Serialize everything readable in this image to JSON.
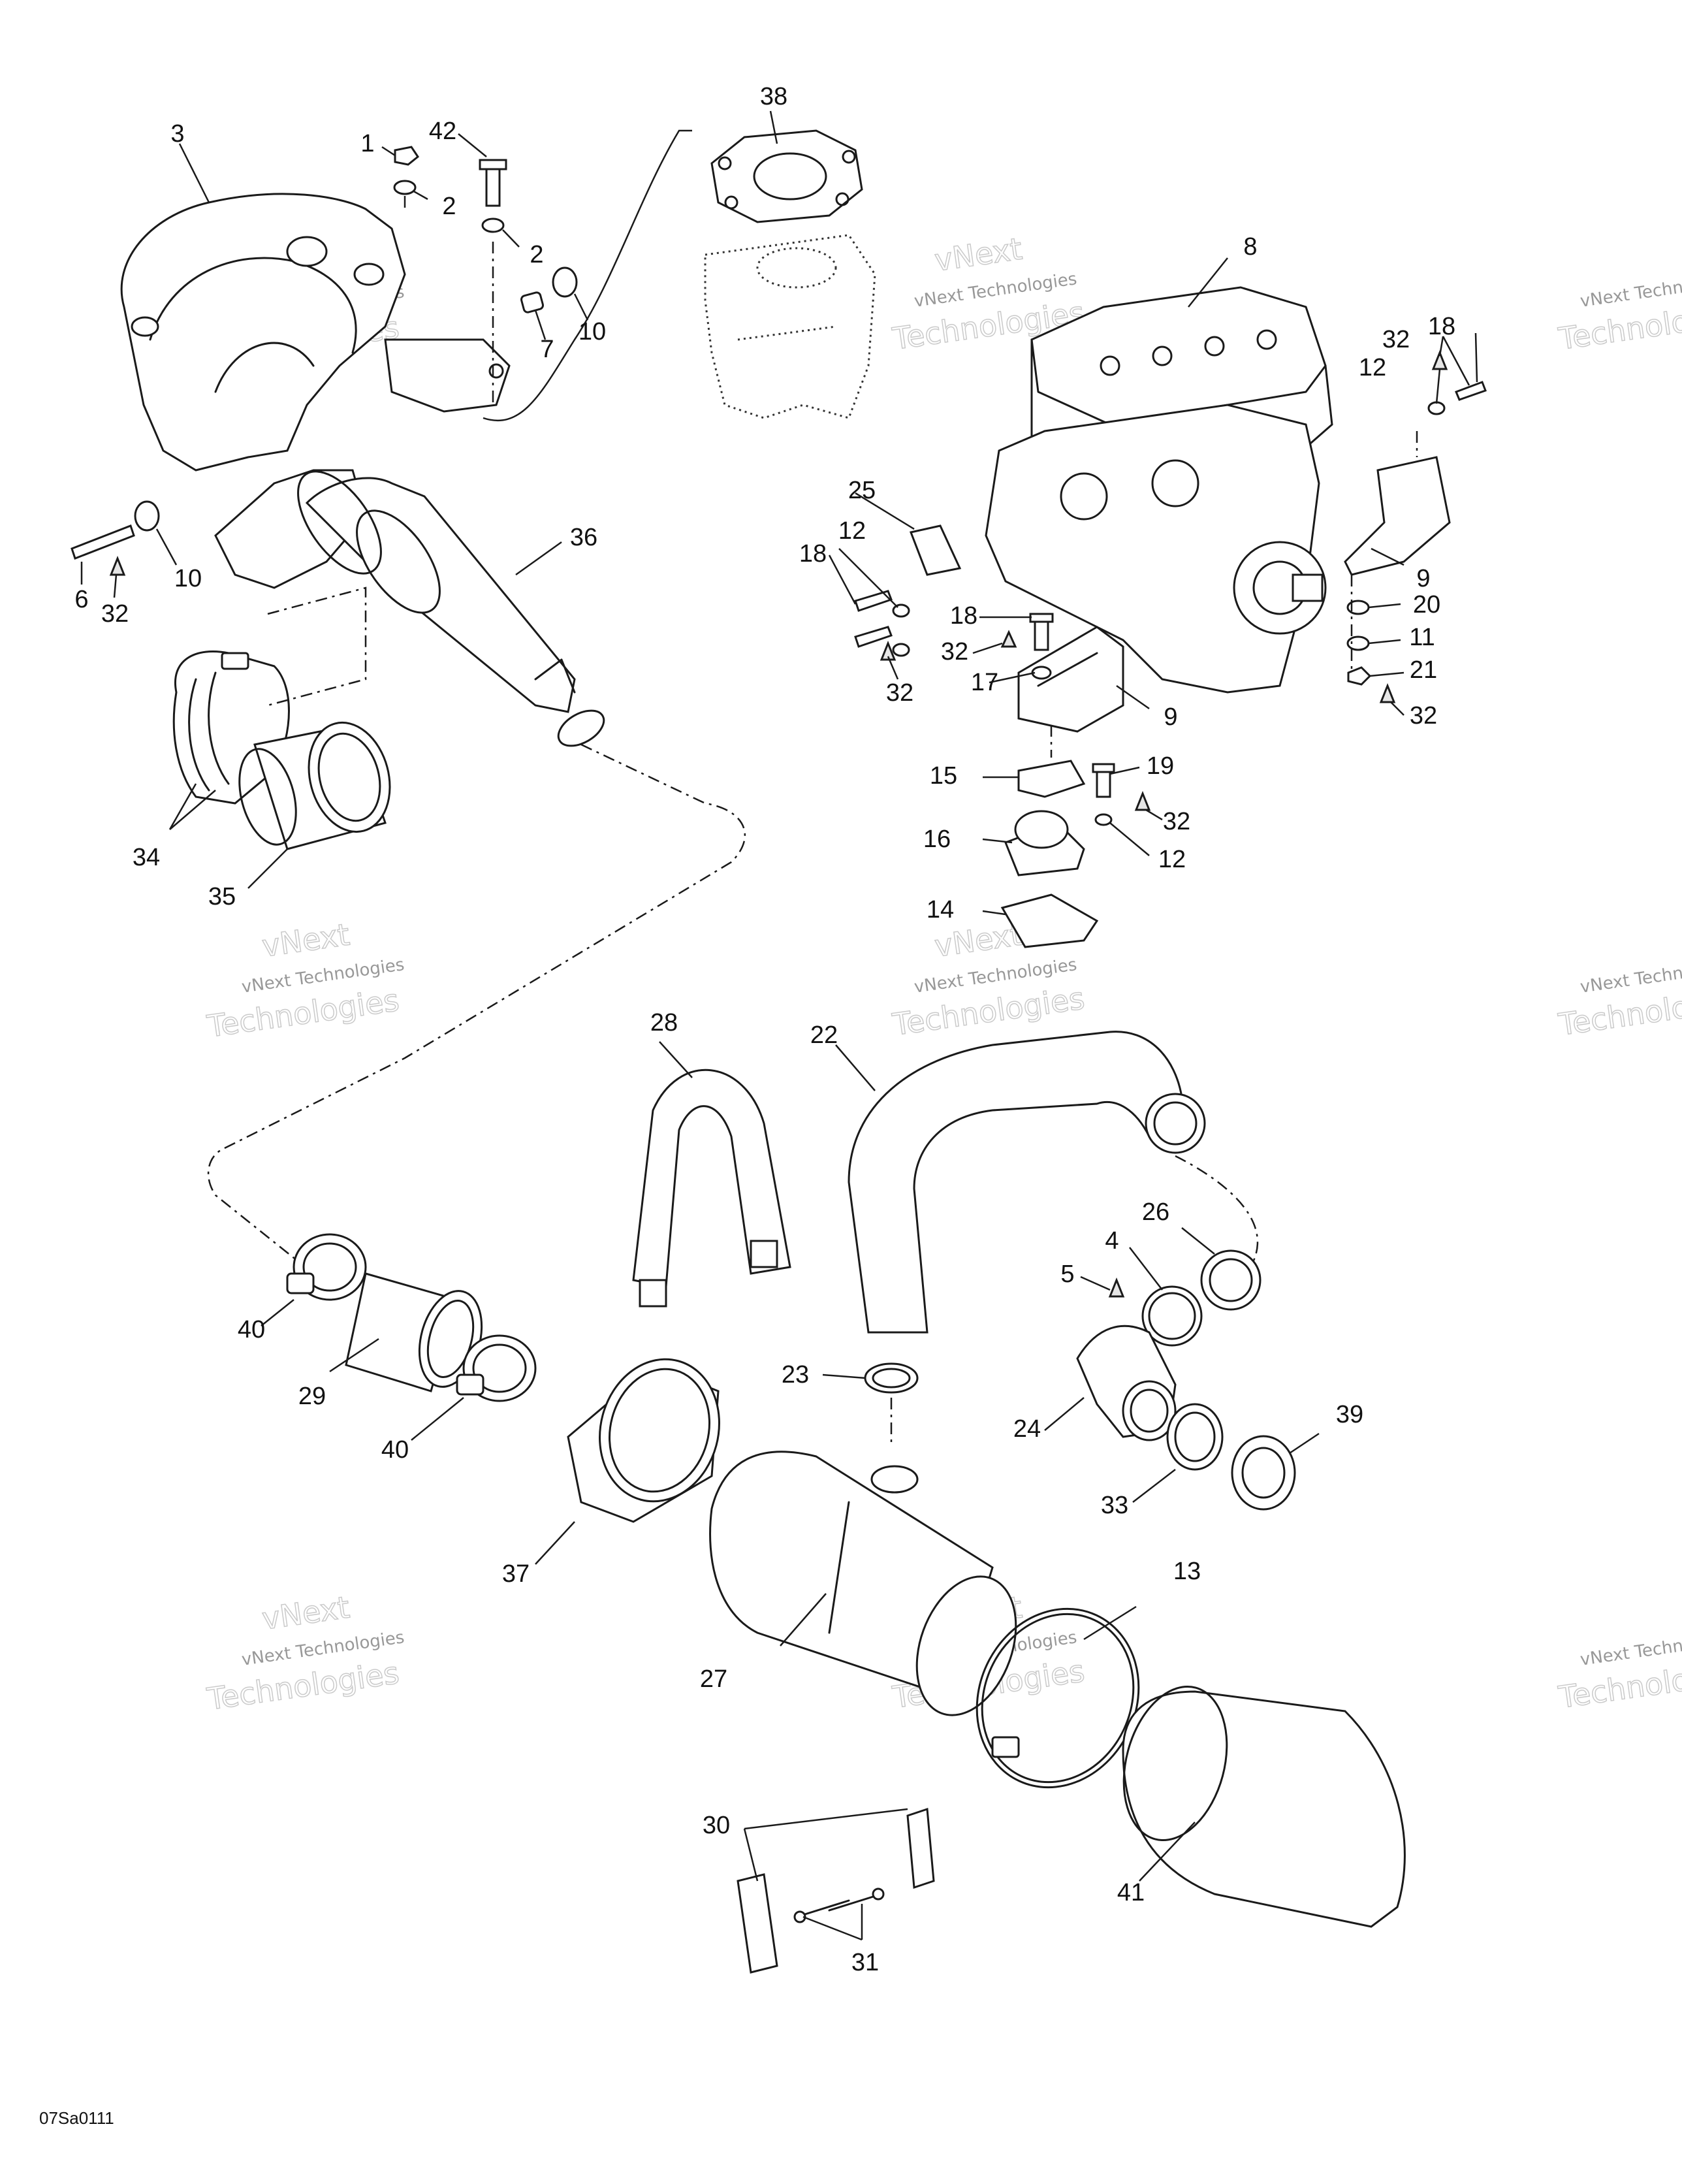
{
  "figure_code": "07Sa0111",
  "watermark": {
    "line1": "vNext Technologies",
    "line2": "Technologies",
    "line3": "vNext"
  },
  "callouts": {
    "c1": "1",
    "c2a": "2",
    "c2b": "2",
    "c3": "3",
    "c4": "4",
    "c5": "5",
    "c6": "6",
    "c7": "7",
    "c8": "8",
    "c9a": "9",
    "c9b": "9",
    "c10a": "10",
    "c10b": "10",
    "c11": "11",
    "c12a": "12",
    "c12b": "12",
    "c12c": "12",
    "c13": "13",
    "c14": "14",
    "c15": "15",
    "c16": "16",
    "c17": "17",
    "c18a": "18",
    "c18b": "18",
    "c18c": "18",
    "c19": "19",
    "c20": "20",
    "c21": "21",
    "c22": "22",
    "c23": "23",
    "c24": "24",
    "c25": "25",
    "c26": "26",
    "c27": "27",
    "c28": "28",
    "c29": "29",
    "c30": "30",
    "c31": "31",
    "c32a": "32",
    "c32b": "32",
    "c32c": "32",
    "c32d": "32",
    "c32e": "32",
    "c32f": "32",
    "c33": "33",
    "c34": "34",
    "c35": "35",
    "c36": "36",
    "c37": "37",
    "c38": "38",
    "c39": "39",
    "c40a": "40",
    "c40b": "40",
    "c41": "41",
    "c42": "42"
  }
}
